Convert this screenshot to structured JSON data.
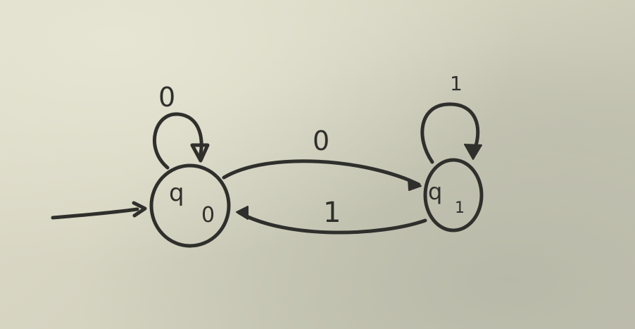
{
  "diagram": {
    "states": [
      {
        "name": "q",
        "subscript": "0"
      },
      {
        "name": "q",
        "subscript": "1"
      }
    ],
    "transitions": {
      "q0_self": "0",
      "q0_to_q1": "0",
      "q1_to_q0": "1",
      "q1_self": "1"
    },
    "ink_color": "#2f2f2c",
    "paper_color": "#d9d8c4"
  }
}
